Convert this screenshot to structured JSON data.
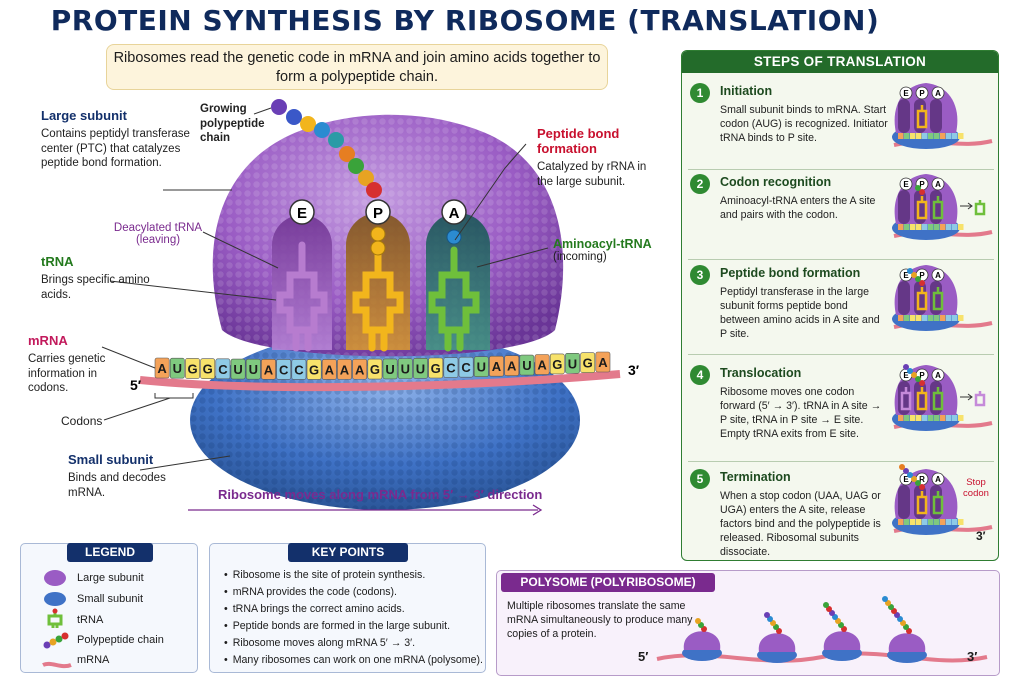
{
  "title": "PROTEIN SYNTHESIS BY RIBOSOME (TRANSLATION)",
  "intro": "Ribosomes read the genetic code in mRNA and join amino acids together to form a polypeptide chain.",
  "labels": {
    "large_subunit": {
      "title": "Large subunit",
      "body": "Contains peptidyl transferase center (PTC) that catalyzes peptide bond formation."
    },
    "trna": {
      "title": "tRNA",
      "body": "Brings specific amino acids."
    },
    "mrna": {
      "title": "mRNA",
      "body": "Carries genetic information in codons."
    },
    "codons": "Codons",
    "small_subunit": {
      "title": "Small subunit",
      "body": "Binds and decodes mRNA."
    },
    "growing_chain": "Growing polypeptide chain",
    "peptide_bond": {
      "title": "Peptide bond formation",
      "body": "Catalyzed by rRNA in the large subunit."
    },
    "deacylated": "Deacylated tRNA",
    "deacylated_sub": "(leaving)",
    "aminoacyl": "Aminoacyl-tRNA",
    "aminoacyl_sub": "(incoming)",
    "five_prime": "5′",
    "three_prime": "3′",
    "sites": [
      "E",
      "P",
      "A"
    ],
    "direction": "Ribosome moves along mRNA from 5′ → 3′ direction"
  },
  "mrna_sequence": [
    "A",
    "U",
    "G",
    "G",
    "C",
    "U",
    "U",
    "A",
    "C",
    "C",
    "G",
    "A",
    "A",
    "A",
    "G",
    "U",
    "U",
    "U",
    "G",
    "C",
    "C",
    "U",
    "A",
    "A",
    "U",
    "A",
    "G",
    "U",
    "G",
    "A"
  ],
  "steps": {
    "header": "STEPS OF TRANSLATION",
    "items": [
      {
        "num": "1",
        "title": "Initiation",
        "body": "Small subunit binds to mRNA. Start codon (AUG) is recognized. Initiator tRNA binds to P site."
      },
      {
        "num": "2",
        "title": "Codon recognition",
        "body": "Aminoacyl-tRNA enters the A site and pairs with the codon."
      },
      {
        "num": "3",
        "title": "Peptide bond formation",
        "body": "Peptidyl transferase in the large subunit forms peptide bond between amino acids in A site and P site."
      },
      {
        "num": "4",
        "title": "Translocation",
        "body": "Ribosome moves one codon forward (5′ → 3′). tRNA in A site → P site, tRNA in P site → E site. Empty tRNA exits from E site."
      },
      {
        "num": "5",
        "title": "Termination",
        "body": "When a stop codon (UAA, UAG or UGA) enters the A site, release factors bind and the polypeptide is released. Ribosomal subunits dissociate."
      }
    ],
    "stop_codon_label": "Stop codon",
    "step5_sites": [
      "E",
      "R",
      "A"
    ]
  },
  "legend": {
    "header": "LEGEND",
    "items": [
      "Large subunit",
      "Small subunit",
      "tRNA",
      "Polypeptide chain",
      "mRNA"
    ]
  },
  "key_points": {
    "header": "KEY POINTS",
    "items": [
      "Ribosome is the site of protein synthesis.",
      "mRNA provides the code (codons).",
      "tRNA brings the correct amino acids.",
      "Peptide bonds are formed in the large subunit.",
      "Ribosome moves along mRNA 5′ → 3′.",
      "Many ribosomes can work on one mRNA (polysome)."
    ]
  },
  "polysome": {
    "header": "POLYSOME (POLYRIBOSOME)",
    "body": "Multiple ribosomes translate the same mRNA simultaneously to produce many copies of a protein.",
    "five_prime": "5′",
    "three_prime": "3′"
  },
  "colors": {
    "large_subunit": "#9a5cc4",
    "small_subunit": "#3f72c6",
    "mrna": "#e37a8c",
    "trna_e": "#c58ad9",
    "trna_p": "#f2b51c",
    "trna_a": "#6fbf3b",
    "steps_green": "#236b2a",
    "title_navy": "#0f2a5c",
    "polysome_purple": "#7a2a8e"
  },
  "nucleotide_colors": {
    "A": "#f4a259",
    "U": "#7fc97f",
    "G": "#f7e26b",
    "C": "#8ecae6"
  }
}
